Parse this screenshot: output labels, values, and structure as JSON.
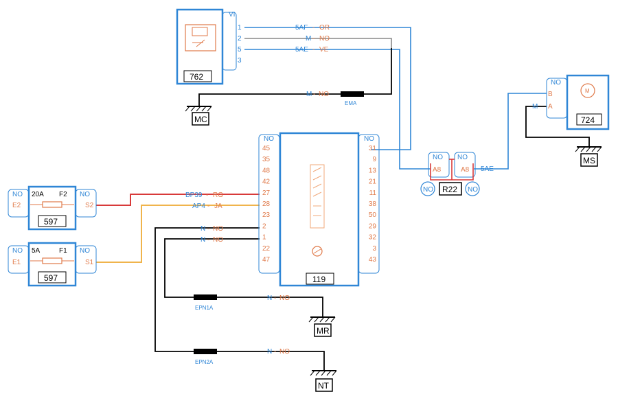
{
  "colors": {
    "box_border": "#2f86d6",
    "wire_blue": "#2f86d6",
    "wire_red": "#d83a3a",
    "wire_orange": "#f0b44c",
    "wire_black": "#000000",
    "pin_blue": "#2f86d6",
    "pin_orange": "#e07a4a"
  },
  "components": {
    "c762": {
      "code": "762",
      "connector": "VI",
      "pins": [
        "1",
        "2",
        "5",
        "3"
      ]
    },
    "c119": {
      "code": "119",
      "left_connector": "NO",
      "right_connector": "NO",
      "left_pins": [
        "45",
        "35",
        "48",
        "42",
        "27",
        "28",
        "23",
        "2",
        "1",
        "22",
        "47"
      ],
      "right_pins": [
        "31",
        "9",
        "13",
        "21",
        "11",
        "38",
        "50",
        "29",
        "32",
        "3",
        "43"
      ]
    },
    "c724": {
      "code": "724",
      "connector": "NO",
      "pins": [
        "B",
        "A"
      ]
    },
    "f597a": {
      "code": "597",
      "rating": "20A",
      "fuse": "F2",
      "left_conn": "NO",
      "right_conn": "NO",
      "left_pin": "E2",
      "right_pin": "S2"
    },
    "f597b": {
      "code": "597",
      "rating": "5A",
      "fuse": "F1",
      "left_conn": "NO",
      "right_conn": "NO",
      "left_pin": "E1",
      "right_pin": "S1"
    },
    "r22": {
      "code": "R22",
      "left_conn": "NO",
      "right_conn": "NO",
      "left_pin": "A8",
      "right_pin": "A8",
      "circle_left": "NO",
      "circle_right": "NO"
    }
  },
  "grounds": {
    "mc": "MC",
    "ms": "MS",
    "mr": "MR",
    "nt": "NT"
  },
  "wires": {
    "w1": {
      "code": "5AF",
      "color": "OR"
    },
    "w2": {
      "code": "M",
      "color": "NO"
    },
    "w3": {
      "code": "5AE",
      "color": "VE"
    },
    "w_mc": {
      "code": "M",
      "color": "NO",
      "splice": "EMA"
    },
    "w_r22": {
      "code": "5AE"
    },
    "w_724": {
      "code": "M"
    },
    "w_bp39": {
      "code": "BP39",
      "color": "RG"
    },
    "w_ap4": {
      "code": "AP4",
      "color": "JA"
    },
    "w_p2": {
      "code": "N",
      "color": "NO"
    },
    "w_p1": {
      "code": "N",
      "color": "NO"
    },
    "w_mr": {
      "code": "N",
      "color": "NO",
      "splice": "EPN1A"
    },
    "w_nt": {
      "code": "N",
      "color": "NO",
      "splice": "EPN2A"
    }
  }
}
